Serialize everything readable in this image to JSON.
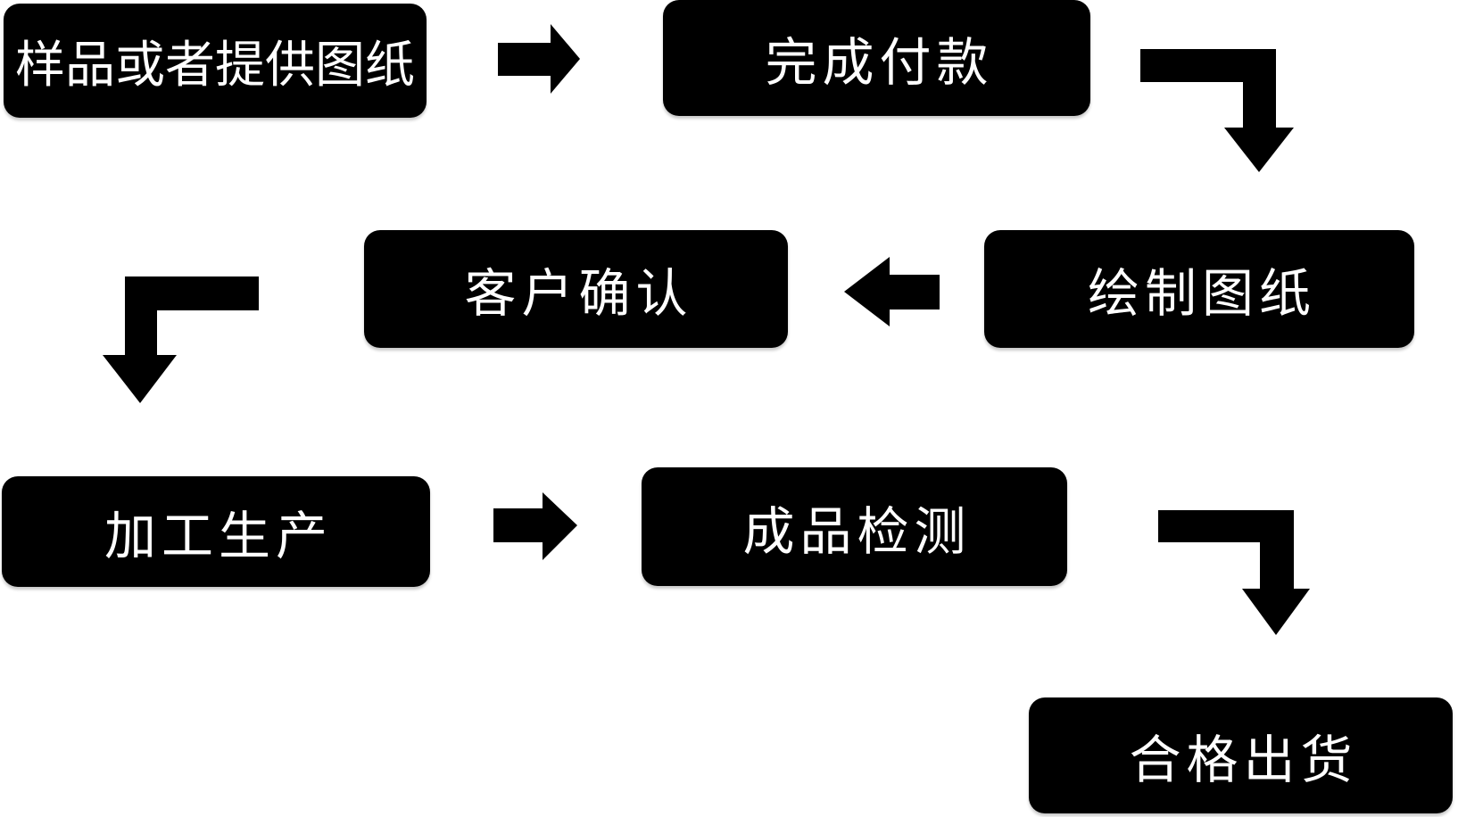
{
  "diagram": {
    "type": "flowchart",
    "background_color": "#ffffff",
    "node_fill_color": "#000000",
    "node_text_color": "#ffffff",
    "arrow_color": "#000000",
    "nodes": [
      {
        "id": "sample-or-provide-drawings",
        "label": "样品或者提供图纸"
      },
      {
        "id": "complete-payment",
        "label": "完成付款"
      },
      {
        "id": "draw-drawings",
        "label": "绘制图纸"
      },
      {
        "id": "customer-confirmation",
        "label": "客户确认"
      },
      {
        "id": "processing-production",
        "label": "加工生产"
      },
      {
        "id": "finished-product-inspection",
        "label": "成品检测"
      },
      {
        "id": "qualified-shipment",
        "label": "合格出货"
      }
    ],
    "edges": [
      {
        "from": "样品或者提供图纸",
        "to": "完成付款",
        "shape": "straight-right"
      },
      {
        "from": "完成付款",
        "to": "绘制图纸",
        "shape": "elbow-down-right"
      },
      {
        "from": "绘制图纸",
        "to": "客户确认",
        "shape": "straight-left"
      },
      {
        "from": "客户确认",
        "to": "加工生产",
        "shape": "elbow-down-left"
      },
      {
        "from": "加工生产",
        "to": "成品检测",
        "shape": "straight-right"
      },
      {
        "from": "成品检测",
        "to": "合格出货",
        "shape": "elbow-down-right"
      }
    ]
  }
}
